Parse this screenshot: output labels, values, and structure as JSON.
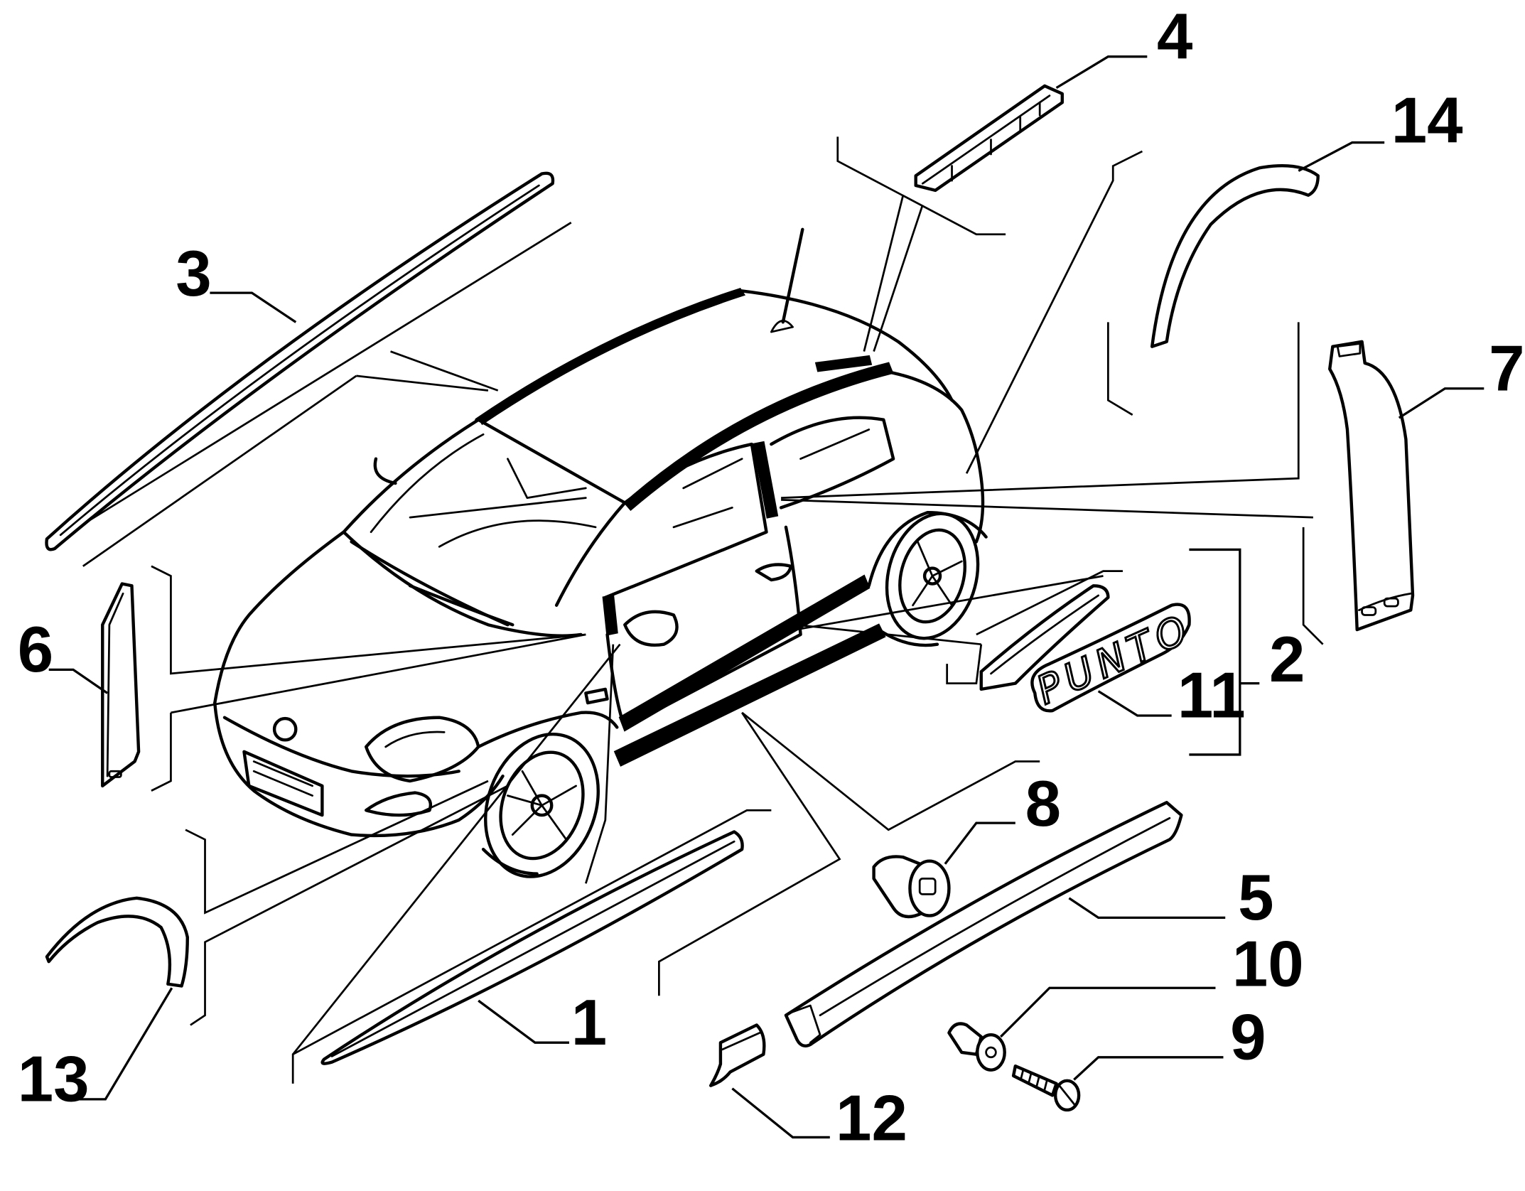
{
  "diagram": {
    "callouts": [
      {
        "id": "1",
        "label": "1"
      },
      {
        "id": "2",
        "label": "2"
      },
      {
        "id": "3",
        "label": "3"
      },
      {
        "id": "4",
        "label": "4"
      },
      {
        "id": "5",
        "label": "5"
      },
      {
        "id": "6",
        "label": "6"
      },
      {
        "id": "7",
        "label": "7"
      },
      {
        "id": "8",
        "label": "8"
      },
      {
        "id": "9",
        "label": "9"
      },
      {
        "id": "10",
        "label": "10"
      },
      {
        "id": "11",
        "label": "11"
      },
      {
        "id": "12",
        "label": "12"
      },
      {
        "id": "13",
        "label": "13"
      },
      {
        "id": "14",
        "label": "14"
      }
    ],
    "badge_text": "PUNTO"
  }
}
